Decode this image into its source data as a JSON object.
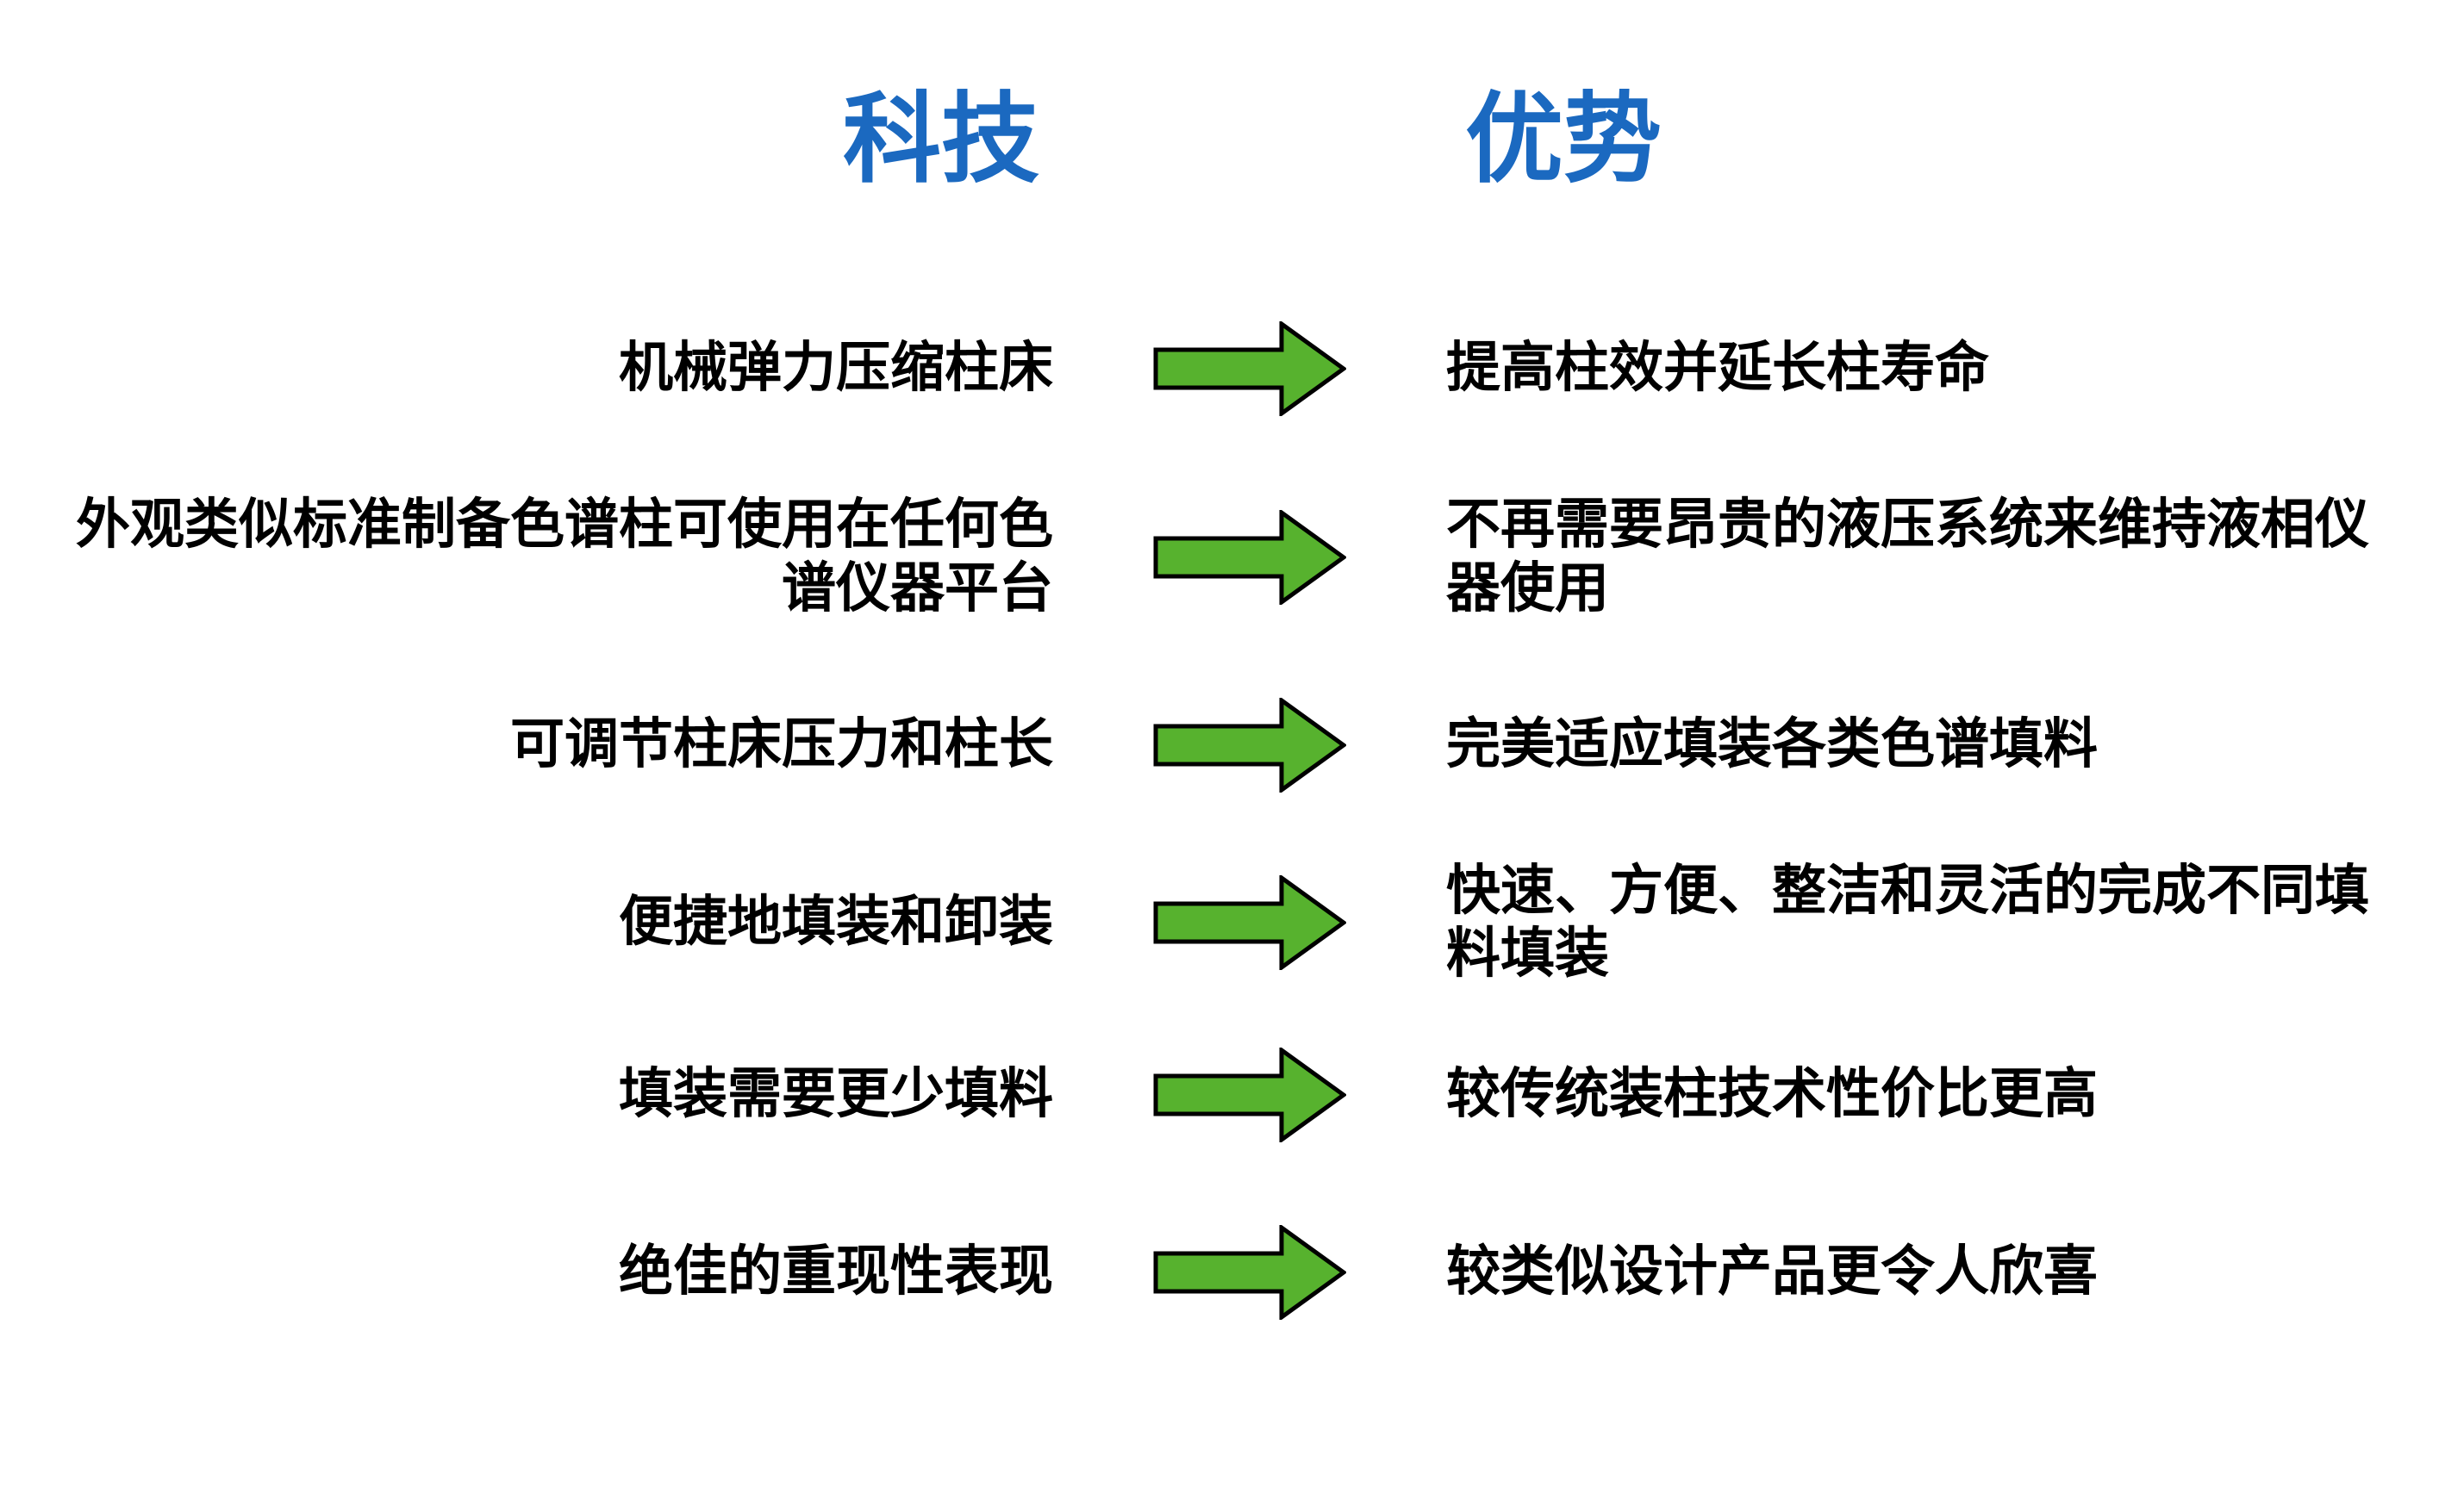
{
  "headers": {
    "technology": "科技",
    "advantage": "优势"
  },
  "rows": [
    {
      "tech": "机械弹力压缩柱床",
      "advantage": "提高柱效并延长柱寿命"
    },
    {
      "tech": "外观类似标准制备色谱柱可使用在任何色谱仪器平台",
      "advantage": "不再需要昂贵的液压系统来维持液相仪器使用"
    },
    {
      "tech": "可调节柱床压力和柱长",
      "advantage": "完美适应填装各类色谱填料"
    },
    {
      "tech": "便捷地填装和卸装",
      "advantage": "快速、方便、整洁和灵活的完成不同填料填装"
    },
    {
      "tech": "填装需要更少填料",
      "advantage": "较传统装柱技术性价比更高"
    },
    {
      "tech": "绝佳的重现性表现",
      "advantage": "较类似设计产品更令人欣喜"
    }
  ],
  "icons": {
    "arrow": "right-arrow"
  },
  "colors": {
    "header_blue": "#1B69C0",
    "arrow_green": "#57B22E",
    "arrow_outline": "#000000",
    "body_text": "#000000",
    "background": "#FFFFFF"
  }
}
